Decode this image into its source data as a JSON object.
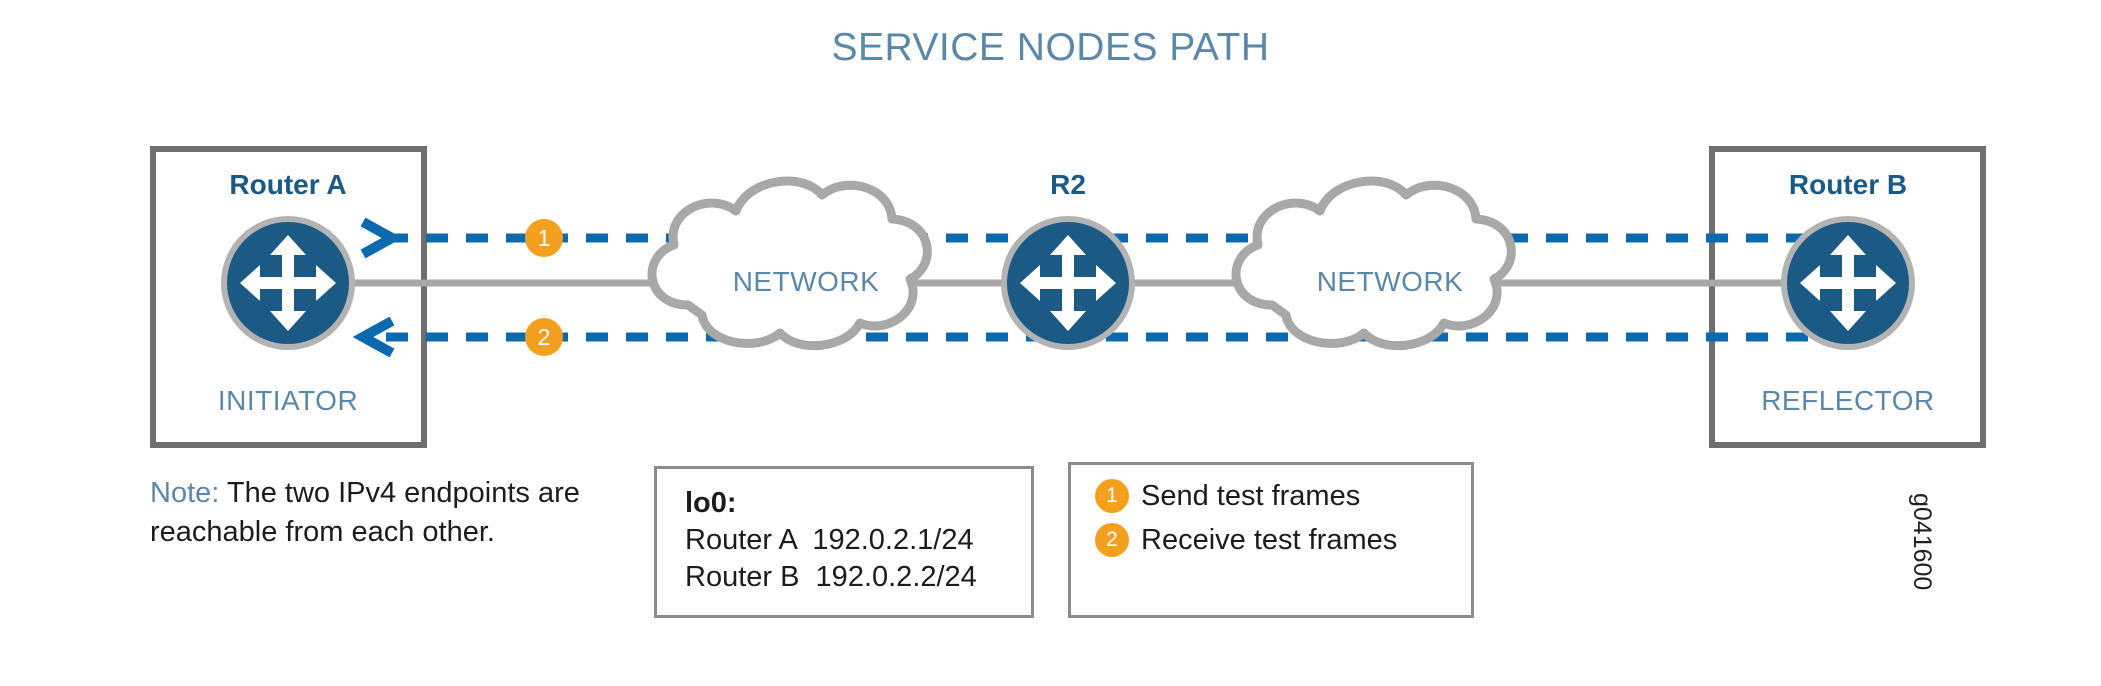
{
  "title": "SERVICE NODES PATH",
  "nodes": {
    "router_a": {
      "name": "Router A",
      "role": "INITIATOR"
    },
    "router_b": {
      "name": "Router B",
      "role": "REFLECTOR"
    },
    "r2": {
      "name": "R2"
    },
    "cloud_left": {
      "label": "NETWORK"
    },
    "cloud_right": {
      "label": "NETWORK"
    }
  },
  "path_markers": [
    {
      "number": "1",
      "direction": "right"
    },
    {
      "number": "2",
      "direction": "left"
    }
  ],
  "note": {
    "lead": "Note:",
    "text": " The two IPv4  endpoints are reachable from each other."
  },
  "lo0_panel": {
    "heading": "lo0:",
    "rows": [
      "Router A  192.0.2.1/24",
      "Router B  192.0.2.2/24"
    ]
  },
  "legend": {
    "items": [
      {
        "number": "1",
        "label": "Send test frames"
      },
      {
        "number": "2",
        "label": "Receive test frames"
      }
    ]
  },
  "watermark": "g041600",
  "colors": {
    "title": "#5b87a8",
    "router_fill": "#1a5a85",
    "router_ring": "#b3b3b3",
    "dashed_path": "#0b6aae",
    "solid_link": "#a8a8a8",
    "cloud_stroke": "#a8a8a8",
    "badge_orange": "#f2a01e",
    "frame_border": "#6e6e6e",
    "text_body": "#1c1c1c"
  }
}
